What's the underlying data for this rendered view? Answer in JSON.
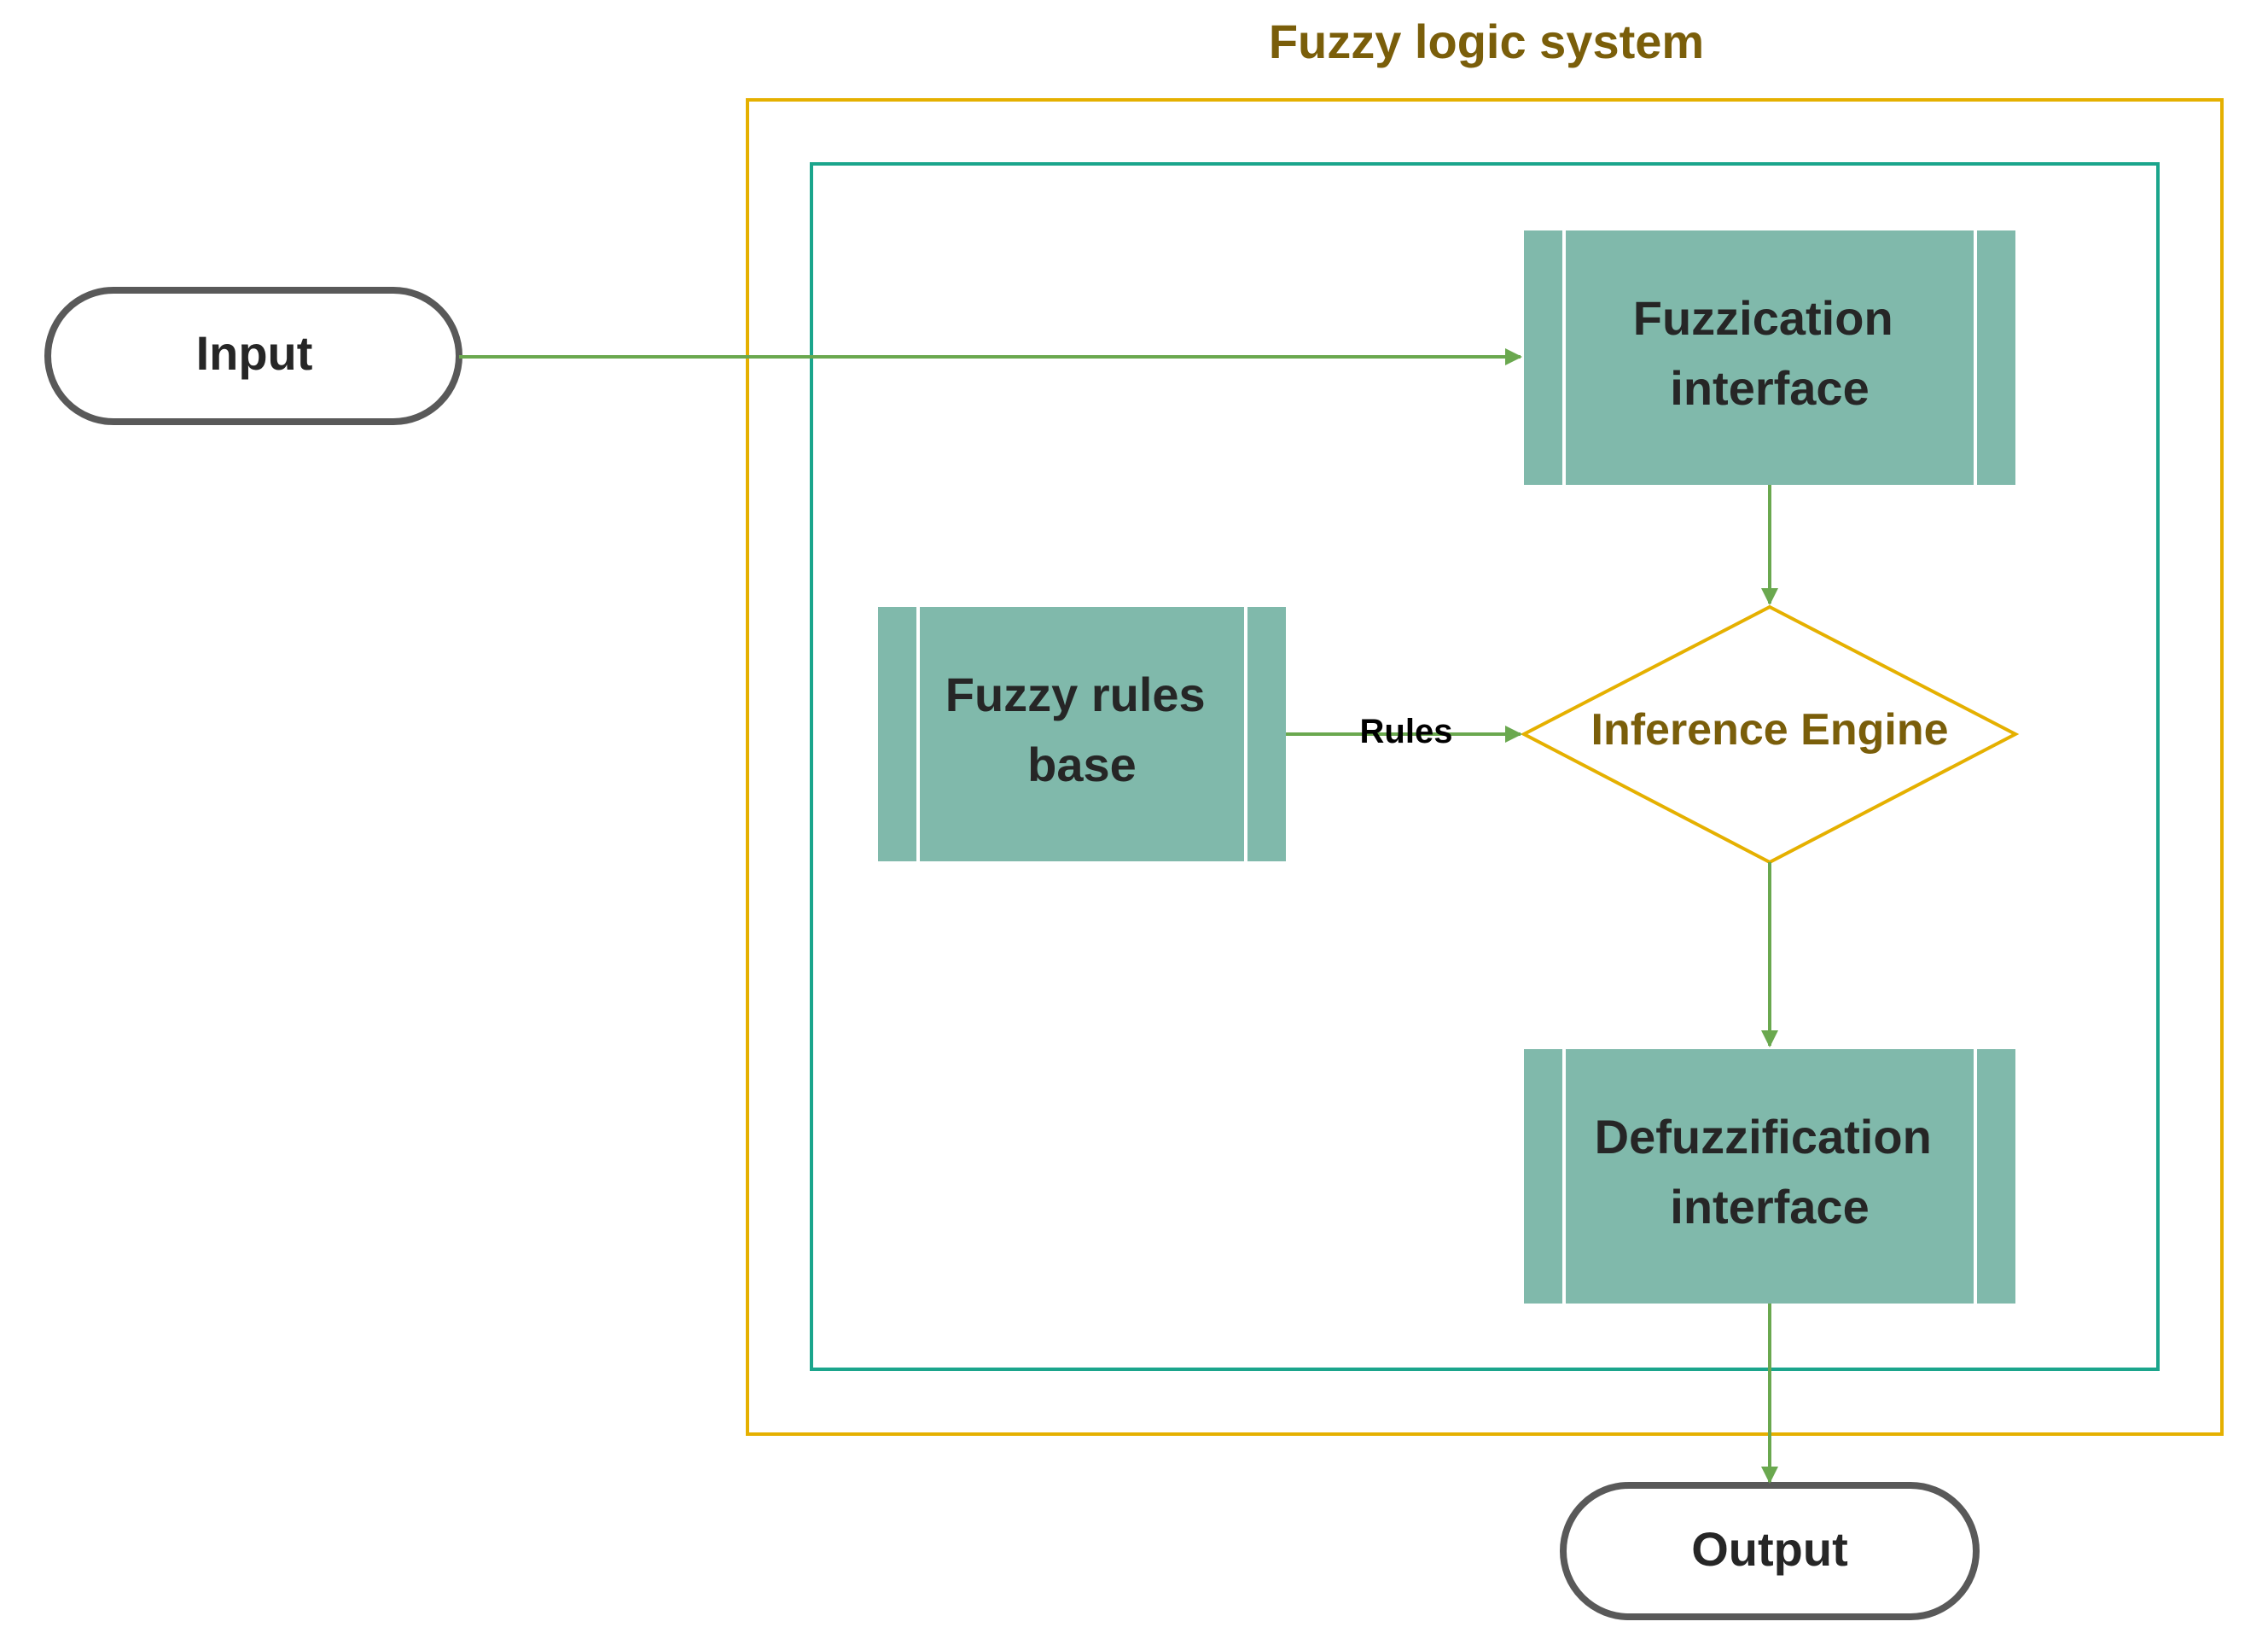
{
  "diagram": {
    "title": "Fuzzy logic system",
    "nodes": {
      "input": {
        "label": "Input"
      },
      "fuzzification": {
        "line1": "Fuzzication",
        "line2": "interface"
      },
      "rules_base": {
        "line1": "Fuzzy rules",
        "line2": "base"
      },
      "inference": {
        "label": "Inference Engine"
      },
      "defuzzification": {
        "line1": "Defuzzification",
        "line2": "interface"
      },
      "output": {
        "label": "Output"
      }
    },
    "edges": {
      "rules_label": "Rules"
    }
  },
  "colors": {
    "title": "#7A5E0A",
    "outer_border": "#E5B000",
    "inner_border": "#1BA58C",
    "process_fill": "#80B9AB",
    "process_divider": "#FFFFFF",
    "arrow": "#6AA84F",
    "diamond_border": "#E5B000",
    "diamond_text": "#7A5E0A",
    "terminal_border": "#595959",
    "text_dark": "#262626"
  }
}
